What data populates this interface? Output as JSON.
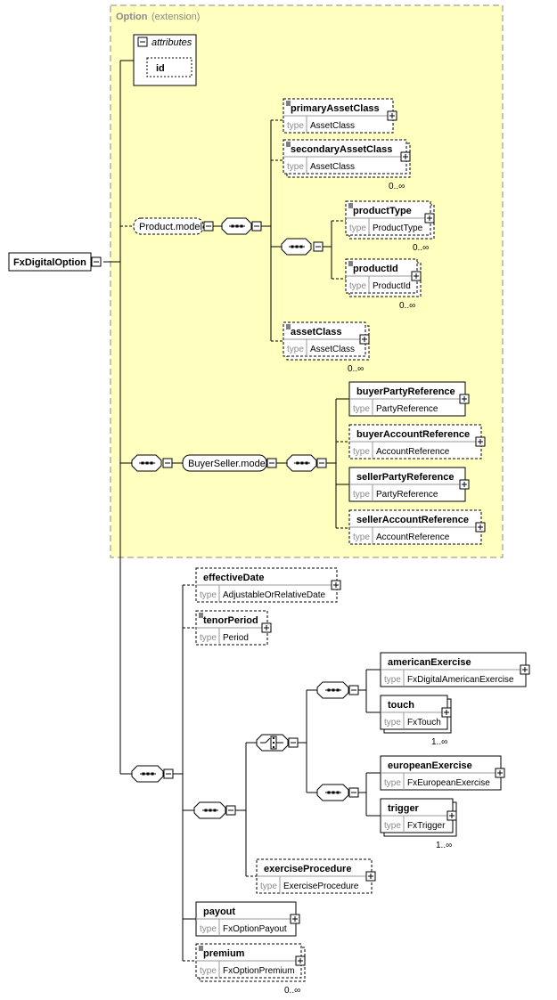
{
  "extension": {
    "title": "Option",
    "subtitle": "(extension)"
  },
  "attributes": {
    "label": "attributes",
    "items": [
      "id"
    ]
  },
  "root": {
    "name": "FxDigitalOption"
  },
  "groups": {
    "product_model": "Product.model",
    "buyerseller_model": "BuyerSeller.model"
  },
  "type_label": "type",
  "elements": {
    "primaryAssetClass": {
      "name": "primaryAssetClass",
      "type": "AssetClass"
    },
    "secondaryAssetClass": {
      "name": "secondaryAssetClass",
      "type": "AssetClass",
      "occurs": "0..∞"
    },
    "productType": {
      "name": "productType",
      "type": "ProductType",
      "occurs": "0..∞"
    },
    "productId": {
      "name": "productId",
      "type": "ProductId",
      "occurs": "0..∞"
    },
    "assetClass": {
      "name": "assetClass",
      "type": "AssetClass",
      "occurs": "0..∞"
    },
    "buyerPartyReference": {
      "name": "buyerPartyReference",
      "type": "PartyReference"
    },
    "buyerAccountReference": {
      "name": "buyerAccountReference",
      "type": "AccountReference"
    },
    "sellerPartyReference": {
      "name": "sellerPartyReference",
      "type": "PartyReference"
    },
    "sellerAccountReference": {
      "name": "sellerAccountReference",
      "type": "AccountReference"
    },
    "effectiveDate": {
      "name": "effectiveDate",
      "type": "AdjustableOrRelativeDate"
    },
    "tenorPeriod": {
      "name": "tenorPeriod",
      "type": "Period"
    },
    "americanExercise": {
      "name": "americanExercise",
      "type": "FxDigitalAmericanExercise"
    },
    "touch": {
      "name": "touch",
      "type": "FxTouch",
      "occurs": "1..∞"
    },
    "europeanExercise": {
      "name": "europeanExercise",
      "type": "FxEuropeanExercise"
    },
    "trigger": {
      "name": "trigger",
      "type": "FxTrigger",
      "occurs": "1..∞"
    },
    "exerciseProcedure": {
      "name": "exerciseProcedure",
      "type": "ExerciseProcedure"
    },
    "payout": {
      "name": "payout",
      "type": "FxOptionPayout"
    },
    "premium": {
      "name": "premium",
      "type": "FxOptionPremium",
      "occurs": "0..∞"
    }
  },
  "colors": {
    "extension_fill": "#ffffc0",
    "extension_border": "#8a8a8a",
    "line": "#000000"
  }
}
